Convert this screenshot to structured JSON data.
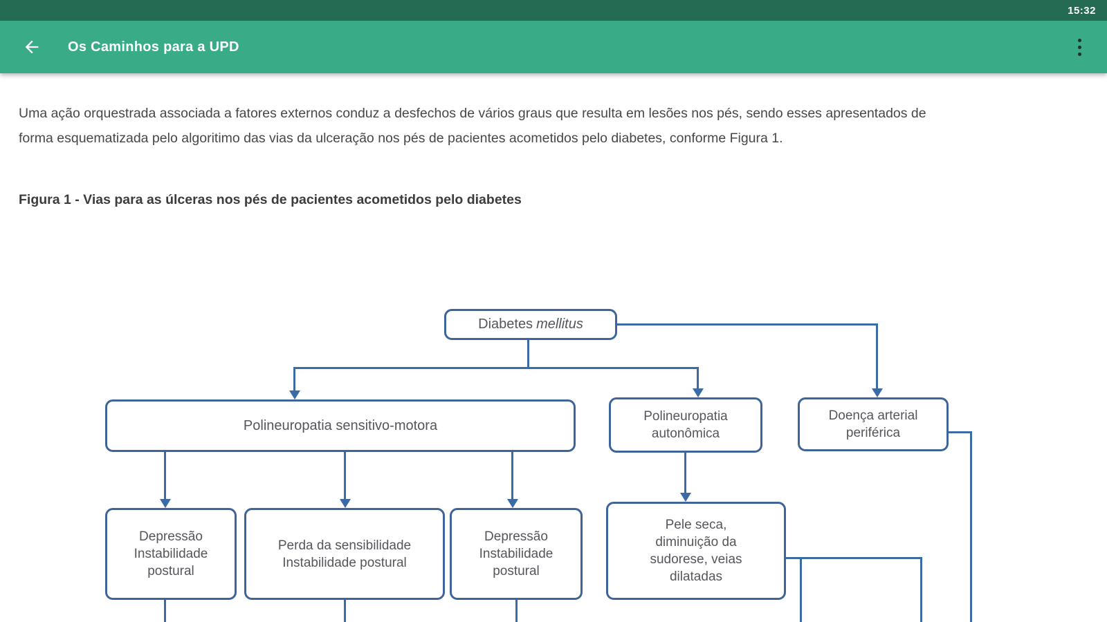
{
  "status_bar": {
    "time": "15:32"
  },
  "app_bar": {
    "title": "Os Caminhos para a UPD"
  },
  "icons": {
    "back": "arrow-left",
    "menu": "kebab-vertical"
  },
  "document": {
    "paragraph": "Uma ação orquestrada associada a fatores externos conduz a desfechos de vários graus que resulta em lesões nos pés, sendo esses apresentados de\nforma esquematizada pelo algoritimo das vias da ulceração nos pés de pacientes acometidos pelo diabetes, conforme Figura 1.",
    "figure_caption": "Figura 1 - Vias para as úlceras nos pés de pacientes acometidos pelo diabetes"
  },
  "diagram": {
    "nodes": {
      "diabetes": {
        "prefix": "Diabetes",
        "italic": "mellitus"
      },
      "sensitivo_motora": "Polineuropatia sensitivo-motora",
      "autonomica": "Polineuropatia\nautonômica",
      "arterial": "Doença arterial\nperiférica",
      "depressao_1": "Depressão\nInstabilidade\npostural",
      "perda_sensibilidade": "Perda da sensibilidade\nInstabilidade postural",
      "depressao_2": "Depressão\nInstabilidade\npostural",
      "pele_seca": "Pele seca,\ndiminuição da\nsudorese, veias\ndilatadas"
    }
  },
  "colors": {
    "status_bar_bg": "#256b53",
    "app_bar_bg": "#3aab87",
    "app_bar_text": "#ffffff",
    "diagram_line": "#3a6ba5",
    "box_border": "#3f649a",
    "box_text": "#54565c",
    "body_text": "#474747"
  }
}
